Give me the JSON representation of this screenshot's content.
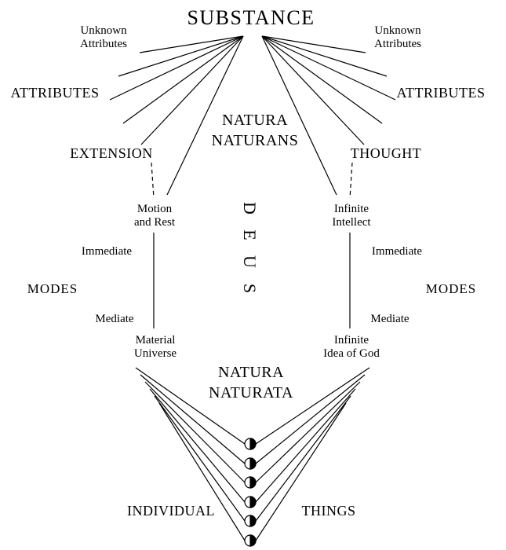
{
  "labels": {
    "substance": "SUBSTANCE",
    "unknown_left": [
      "Unknown",
      "Attributes"
    ],
    "unknown_right": [
      "Unknown",
      "Attributes"
    ],
    "attributes_left": "ATTRIBUTES",
    "attributes_right": "ATTRIBUTES",
    "natura_naturans": [
      "NATURA",
      "NATURANS"
    ],
    "extension": "EXTENSION",
    "thought": "THOUGHT",
    "motion_and_rest": [
      "Motion",
      "and Rest"
    ],
    "infinite_intellect": [
      "Infinite",
      "Intellect"
    ],
    "deus": [
      "D",
      "E",
      "U",
      "S"
    ],
    "immediate_left": "Immediate",
    "immediate_right": "Immediate",
    "modes_left": "MODES",
    "modes_right": "MODES",
    "mediate_left": "Mediate",
    "mediate_right": "Mediate",
    "material_universe": [
      "Material",
      "Universe"
    ],
    "infinite_idea": [
      "Infinite",
      "Idea of God"
    ],
    "natura_naturata": [
      "NATURA",
      "NATURATA"
    ],
    "individual": "INDIVIDUAL",
    "things": "THINGS"
  },
  "style": {
    "line_color": "#000000",
    "background": "#ffffff",
    "node_fill_half": "right-half-black"
  }
}
